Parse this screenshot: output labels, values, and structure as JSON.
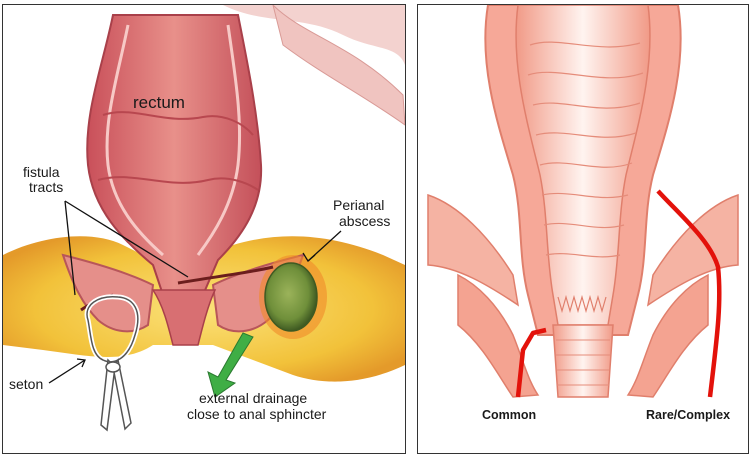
{
  "left_panel": {
    "labels": {
      "rectum": "rectum",
      "fistula_tracts_line1": "fistula",
      "fistula_tracts_line2": "tracts",
      "perianal_abscess_line1": "Perianal",
      "perianal_abscess_line2": "abscess",
      "seton": "seton",
      "drainage_line1": "external drainage",
      "drainage_line2": "close to anal sphincter"
    },
    "colors": {
      "rectum_pink": "#e07a78",
      "fat_yellow": "#f2c23a",
      "abscess_green": "#6f8f3a",
      "arrow_green": "#3fae45"
    }
  },
  "right_panel": {
    "labels": {
      "common": "Common",
      "rare_complex": "Rare/Complex"
    },
    "colors": {
      "tissue_salmon": "#f19a87",
      "tract_red": "#e3120b"
    }
  }
}
